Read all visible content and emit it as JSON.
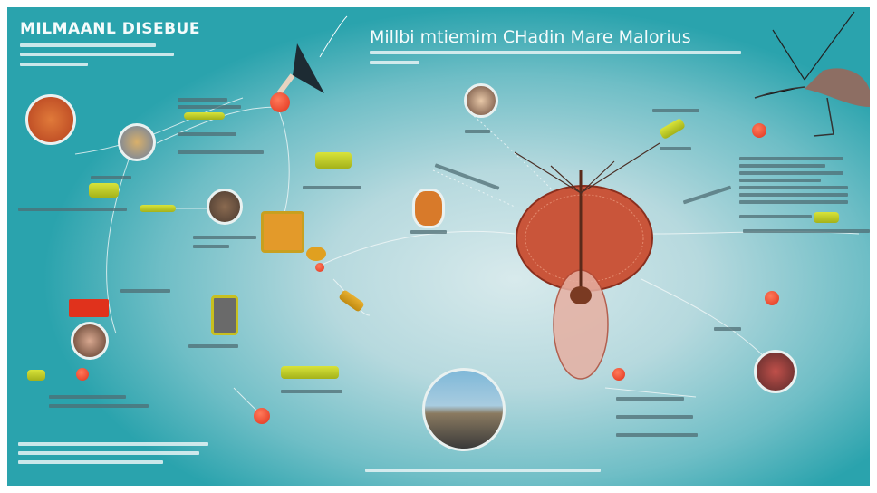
{
  "header": {
    "left_title": "MILMAANL DISEBUE",
    "center_title": "Millbi mtiemim CHadin Mare Malorius"
  },
  "colors": {
    "background": "#2aa3ad",
    "center_glow": "#d8eaec",
    "accent_red": "#e0321c",
    "accent_yellow": "#c8d22e",
    "mosquito_body": "#c9553a"
  },
  "icons": [
    "mosquito-illustration",
    "bird-illustration",
    "photo-circle",
    "red-marker",
    "yellow-tag"
  ]
}
